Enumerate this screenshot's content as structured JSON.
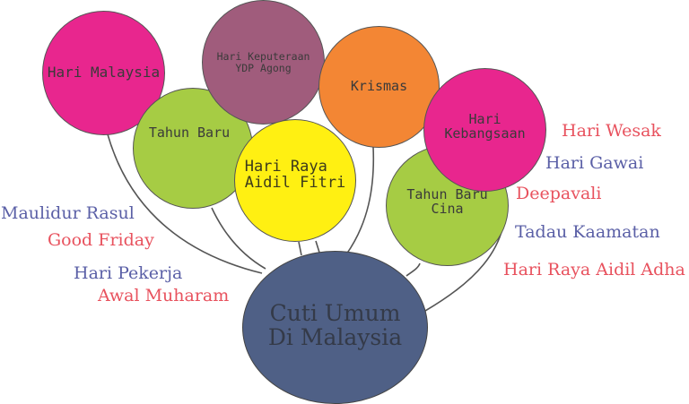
{
  "diagram": {
    "hub": {
      "label": "Cuti Umum\nDi Malaysia",
      "color": "#4f6086"
    },
    "bubbles": [
      {
        "label": "Hari Malaysia",
        "color": "#e8268e"
      },
      {
        "label": "Tahun Baru",
        "color": "#a6cc44"
      },
      {
        "label": "Hari Keputeraan\nYDP Agong",
        "color": "#a05c7c"
      },
      {
        "label": "Krismas",
        "color": "#f38634"
      },
      {
        "label": "Hari Raya\nAidil Fitri",
        "color": "#fff012"
      },
      {
        "label": "Hari\nKebangsaan",
        "color": "#e8268e"
      },
      {
        "label": "Tahun Baru\nCina",
        "color": "#a6cc44"
      }
    ],
    "labels_left": [
      {
        "text": "Maulidur Rasul",
        "color": "#5a5fa6"
      },
      {
        "text": "Good Friday",
        "color": "#e8525e"
      },
      {
        "text": "Hari Pekerja",
        "color": "#5a5fa6"
      },
      {
        "text": "Awal Muharam",
        "color": "#e8525e"
      }
    ],
    "labels_right": [
      {
        "text": "Hari Wesak",
        "color": "#e8525e"
      },
      {
        "text": "Hari Gawai",
        "color": "#5a5fa6"
      },
      {
        "text": "Deepavali",
        "color": "#e8525e"
      },
      {
        "text": "Tadau Kaamatan",
        "color": "#5a5fa6"
      },
      {
        "text": "Hari Raya Aidil Adha",
        "color": "#e8525e"
      }
    ]
  }
}
